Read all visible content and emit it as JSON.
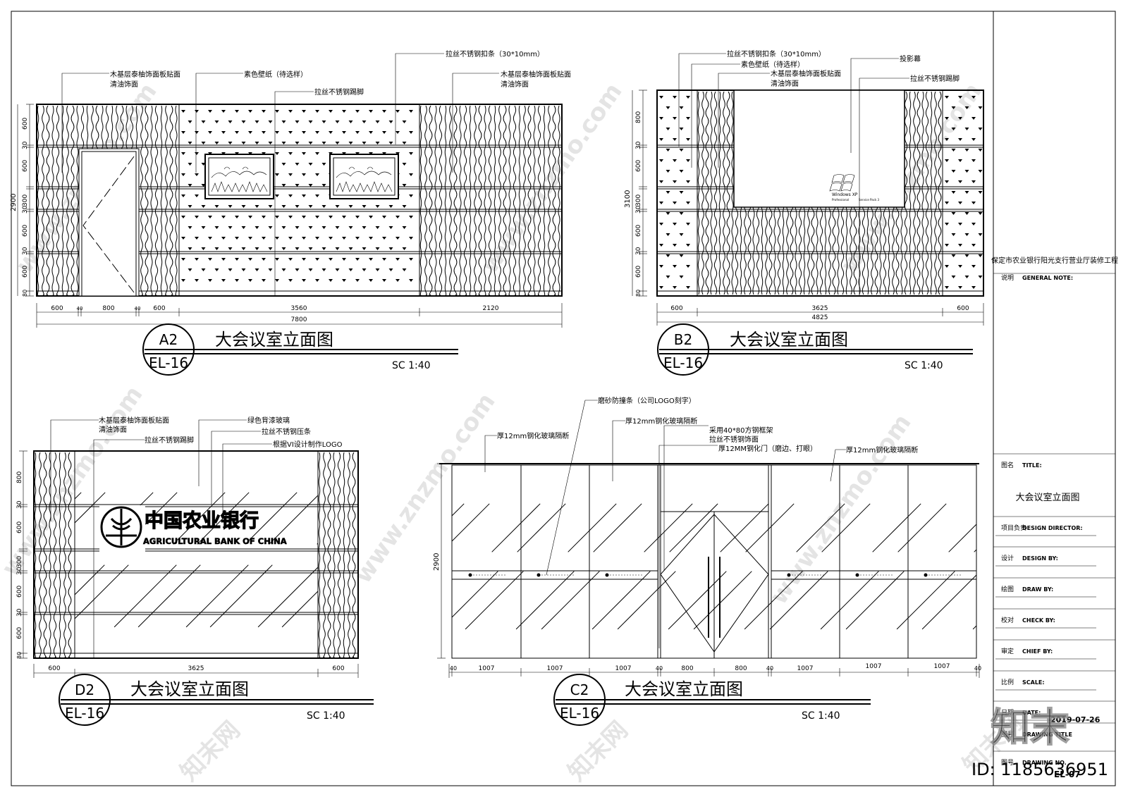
{
  "project_name": "保定市农业银行阳光支行营业厅装修工程",
  "title_block": {
    "note_label_cn": "说明",
    "note_label_en": "GENERAL NOTE:",
    "rows": [
      {
        "cn": "图名",
        "en": "TITLE:"
      },
      {
        "cn": "项目负责",
        "en": "DESIGN DIRECTOR:"
      },
      {
        "cn": "设计",
        "en": "DESIGN BY:"
      },
      {
        "cn": "绘图",
        "en": "DRAW BY:"
      },
      {
        "cn": "校对",
        "en": "CHECK BY:"
      },
      {
        "cn": "审定",
        "en": "CHIEF BY:"
      },
      {
        "cn": "比例",
        "en": "SCALE:"
      },
      {
        "cn": "日期",
        "en": "DATE:"
      },
      {
        "cn": "图号",
        "en": "DRAWING TITLE"
      },
      {
        "cn": "图号",
        "en": "DRAWING NO."
      }
    ],
    "title_value": "大会议室立面图",
    "date_value": "2019-07-26",
    "sheet_no": "EL-07"
  },
  "views": {
    "a2": {
      "tag_top": "A2",
      "tag_bottom": "EL-16",
      "title": "大会议室立面图",
      "scale": "SC 1:40",
      "labels": [
        "木基层泰柚饰面板贴面",
        "清油饰面",
        "素色壁纸（待选样）",
        "拉丝不锈钢踢脚",
        "拉丝不锈钢扣条（30*10mm）",
        "木基层泰柚饰面板贴面",
        "清油饰面"
      ],
      "dims_bottom": [
        "600",
        "40",
        "800",
        "40",
        "600",
        "3560",
        "2120"
      ],
      "dim_total": "7800",
      "dims_side": [
        "600",
        "30",
        "600",
        "300",
        "30",
        "600",
        "30",
        "600",
        "80"
      ],
      "dim_height": "2900"
    },
    "b2": {
      "tag_top": "B2",
      "tag_bottom": "EL-16",
      "title": "大会议室立面图",
      "scale": "SC 1:40",
      "labels": [
        "拉丝不锈钢扣条（30*10mm）",
        "素色壁纸（待选样）",
        "木基层泰柚饰面板贴面",
        "清油饰面",
        "投影幕",
        "拉丝不锈钢踢脚"
      ],
      "dims_bottom": [
        "600",
        "3625",
        "600"
      ],
      "dim_total": "4825",
      "dims_side": [
        "800",
        "30",
        "600",
        "300",
        "30",
        "600",
        "30",
        "600",
        "80"
      ],
      "dim_height": "3100",
      "screen_text": [
        "Windows XP",
        "Professional",
        "Service Pack 3"
      ]
    },
    "d2": {
      "tag_top": "D2",
      "tag_bottom": "EL-16",
      "title": "大会议室立面图",
      "scale": "SC 1:40",
      "labels": [
        "木基层泰柚饰面板贴面",
        "清油饰面",
        "拉丝不锈钢踢脚",
        "绿色背漆玻璃",
        "拉丝不锈钢压条",
        "根据VI设计制作LOGO"
      ],
      "logo_cn": "中国农业银行",
      "logo_en": "AGRICULTURAL BANK OF CHINA",
      "dims_bottom": [
        "600",
        "3625",
        "600"
      ],
      "dims_side": [
        "800",
        "30",
        "600",
        "300",
        "30",
        "600",
        "30",
        "600",
        "80"
      ]
    },
    "c2": {
      "tag_top": "C2",
      "tag_bottom": "EL-16",
      "title": "大会议室立面图",
      "scale": "SC 1:40",
      "labels": [
        "磨砂防撞条（公司LOGO刻字）",
        "厚12mm钢化玻璃隔断",
        "厚12mm钢化玻璃隔断",
        "采用40*80方钢框架",
        "拉丝不锈钢饰面",
        "厚12MM钢化门（磨边、打眼）",
        "厚12mm钢化玻璃隔断"
      ],
      "dims_bottom": [
        "40",
        "1007",
        "1007",
        "1007",
        "40",
        "800",
        "800",
        "40",
        "1007",
        "1007",
        "1007",
        "40"
      ],
      "dim_height": "2900"
    }
  },
  "watermarks": {
    "site": "www.znzmo.com",
    "brand_cn": "知末网",
    "brand_big": "知末",
    "id": "ID: 1185636951"
  }
}
